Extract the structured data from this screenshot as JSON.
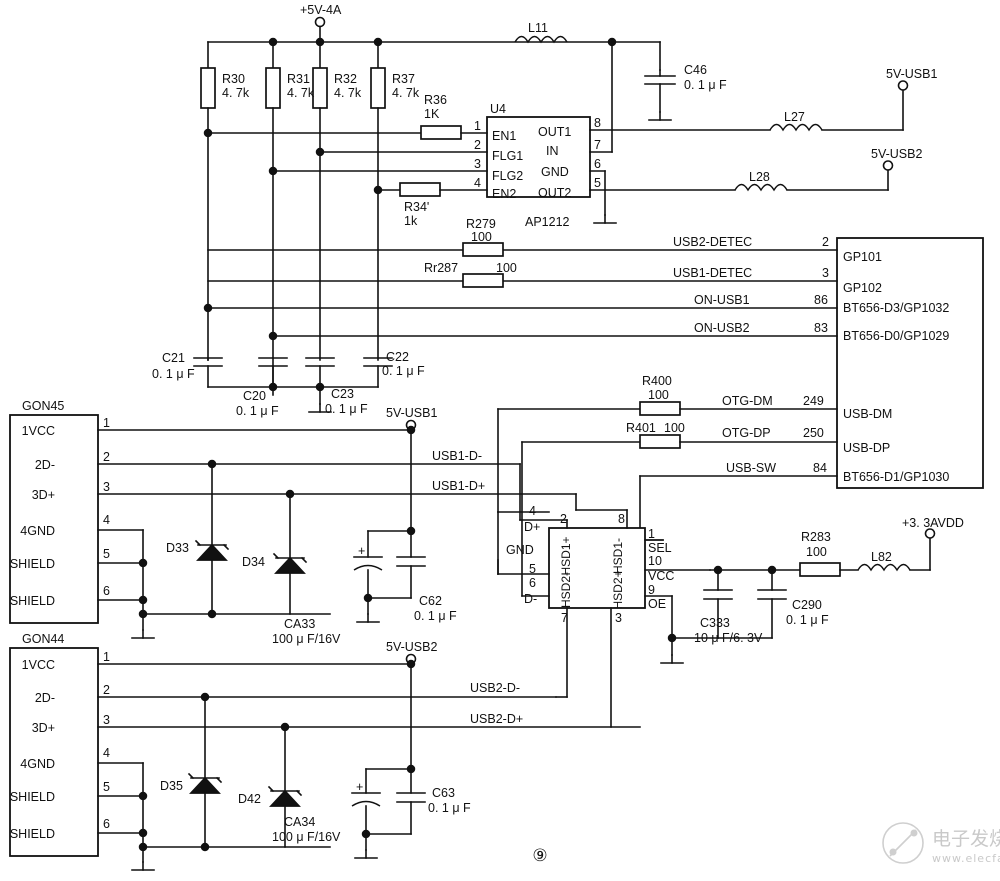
{
  "sheet": {
    "page_number": "⑨",
    "watermark": {
      "text": "电子发烧友",
      "url": "www.elecfans.com"
    }
  },
  "power": {
    "vin_label": "+5V-4A",
    "v33_label": "+3. 3AVDD",
    "usb1_5v_top": "5V-USB1",
    "usb2_5v_top": "5V-USB2",
    "usb1_5v_mid": "5V-USB1",
    "usb2_5v_mid": "5V-USB2"
  },
  "resistors": [
    {
      "ref": "R30",
      "value": "4. 7k"
    },
    {
      "ref": "R31",
      "value": "4. 7k"
    },
    {
      "ref": "R32",
      "value": "4. 7k"
    },
    {
      "ref": "R37",
      "value": "4. 7k"
    },
    {
      "ref": "R36",
      "value": "1K"
    },
    {
      "ref": "R34'",
      "value": "1k"
    },
    {
      "ref": "R279",
      "value": "100"
    },
    {
      "ref": "Rr287",
      "value": "100"
    },
    {
      "ref": "R400",
      "value": "100"
    },
    {
      "ref": "R401",
      "value": "100"
    },
    {
      "ref": "R283",
      "value": "100"
    }
  ],
  "capacitors": [
    {
      "ref": "C46",
      "value": "0. 1 μ F"
    },
    {
      "ref": "C21",
      "value": "0. 1 μ F"
    },
    {
      "ref": "C20",
      "value": "0. 1 μ F"
    },
    {
      "ref": "C23",
      "value": "0. 1 μ F"
    },
    {
      "ref": "C22",
      "value": "0. 1 μ F"
    },
    {
      "ref": "C62",
      "value": "0. 1 μ F"
    },
    {
      "ref": "C63",
      "value": "0. 1 μ F"
    },
    {
      "ref": "C290",
      "value": "0. 1 μ F"
    },
    {
      "ref": "C333",
      "value": "10 μ F/6. 3V"
    },
    {
      "ref": "CA33",
      "value": "100 μ F/16V"
    },
    {
      "ref": "CA34",
      "value": "100 μ F/16V"
    }
  ],
  "inductors": [
    {
      "ref": "L11"
    },
    {
      "ref": "L27"
    },
    {
      "ref": "L28"
    },
    {
      "ref": "L82"
    }
  ],
  "diodes": [
    {
      "ref": "D33"
    },
    {
      "ref": "D34"
    },
    {
      "ref": "D35"
    },
    {
      "ref": "D42"
    }
  ],
  "u4": {
    "ref": "U4",
    "part": "AP1212",
    "left_pins": [
      {
        "num": "1",
        "name": "EN1"
      },
      {
        "num": "2",
        "name": "FLG1"
      },
      {
        "num": "3",
        "name": "FLG2"
      },
      {
        "num": "4",
        "name": "EN2"
      }
    ],
    "right_pins": [
      {
        "num": "8",
        "name": "OUT1"
      },
      {
        "num": "7",
        "name": "IN"
      },
      {
        "num": "6",
        "name": "GND"
      },
      {
        "num": "5",
        "name": "OUT2"
      }
    ]
  },
  "switch_ic": {
    "labels": [
      "HSD1+",
      "HSD2-",
      "HSD1-",
      "HSD2+"
    ],
    "top_pins": [
      "2",
      "8"
    ],
    "bottom_pins": [
      "7",
      "3"
    ],
    "right_pins": [
      {
        "num": "1",
        "name": "SEL"
      },
      {
        "num": "10",
        "name": "VCC"
      },
      {
        "num": "9",
        "name": "OE"
      }
    ],
    "left_signals": [
      {
        "num": "4",
        "name": "D+"
      },
      {
        "num": "",
        "name": "GND"
      },
      {
        "num": "5",
        "name": ""
      },
      {
        "num": "6",
        "name": ""
      },
      {
        "num": "",
        "name": "D-"
      }
    ]
  },
  "mcu": {
    "pins": [
      {
        "num": "2",
        "name": "GP101",
        "net": "USB2-DETEC"
      },
      {
        "num": "3",
        "name": "GP102",
        "net": "USB1-DETEC"
      },
      {
        "num": "86",
        "name": "BT656-D3/GP1032",
        "net": "ON-USB1"
      },
      {
        "num": "83",
        "name": "BT656-D0/GP1029",
        "net": "ON-USB2"
      },
      {
        "num": "249",
        "name": "USB-DM",
        "net": "OTG-DM"
      },
      {
        "num": "250",
        "name": "USB-DP",
        "net": "OTG-DP"
      },
      {
        "num": "84",
        "name": "BT656-D1/GP1030",
        "net": "USB-SW"
      }
    ]
  },
  "connectors": [
    {
      "ref": "GON45",
      "pins": [
        {
          "num": "1",
          "name": "1VCC"
        },
        {
          "num": "2",
          "name": "2D-"
        },
        {
          "num": "3",
          "name": "3D+"
        },
        {
          "num": "4",
          "name": "4GND"
        },
        {
          "num": "5",
          "name": "SHIELD"
        },
        {
          "num": "6",
          "name": "SHIELD"
        }
      ]
    },
    {
      "ref": "GON44",
      "pins": [
        {
          "num": "1",
          "name": "1VCC"
        },
        {
          "num": "2",
          "name": "2D-"
        },
        {
          "num": "3",
          "name": "3D+"
        },
        {
          "num": "4",
          "name": "4GND"
        },
        {
          "num": "5",
          "name": "SHIELD"
        },
        {
          "num": "6",
          "name": "SHIELD"
        }
      ]
    }
  ],
  "nets": {
    "usb1_dm": "USB1-D-",
    "usb1_dp": "USB1-D+",
    "usb2_dm": "USB2-D-",
    "usb2_dp": "USB2-D+"
  },
  "colors": {
    "ink": "#111111",
    "paper": "#ffffff",
    "watermark": "#c9c9c9"
  }
}
